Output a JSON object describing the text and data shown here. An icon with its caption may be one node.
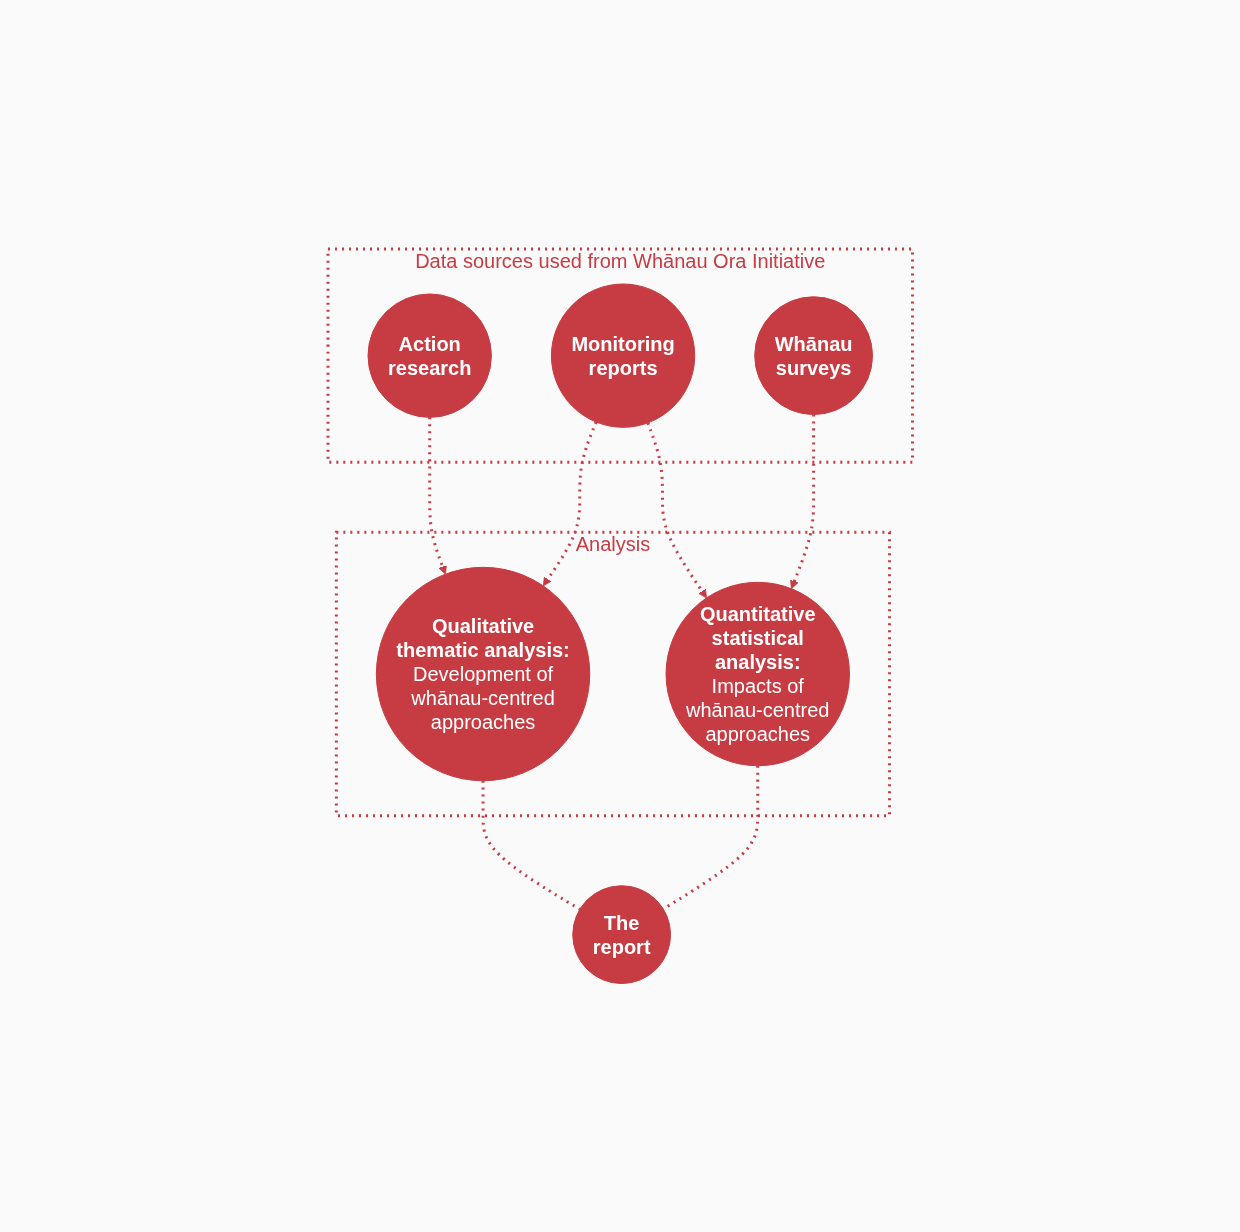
{
  "diagram": {
    "nodes": [
      {
        "text": [
          "Data sources used from Whānau Ora Initiative"
        ]
      },
      {
        "text": [
          "Action research"
        ],
        "in": 0
      },
      {
        "text": [
          "Monitoring reports"
        ],
        "in": 0
      },
      {
        "text": [
          "Whānau surveys"
        ],
        "in": 0
      },
      {
        "text": [
          "Analysis"
        ]
      },
      {
        "text": [
          "Qualitative thematic analysis:",
          "Development of whānau-centred approaches"
        ],
        "in": 4
      },
      {
        "text": [
          "Quantitative statistical analysis:",
          "Impacts of whānau-centred approaches"
        ],
        "in": 4
      },
      {
        "text": [
          "The report"
        ]
      }
    ],
    "edges": [
      {
        "from": 1,
        "to": 5,
        "arrow": "to",
        "style": "dashed"
      },
      {
        "from": 2,
        "to": 5,
        "arrow": "to",
        "style": "dashed"
      },
      {
        "from": 2,
        "to": 6,
        "arrow": "to",
        "style": "dashed"
      },
      {
        "from": 3,
        "to": 6,
        "arrow": "to",
        "style": "dashed"
      },
      {
        "from": 5,
        "to": 7,
        "arrow": "none",
        "style": "dashed"
      },
      {
        "from": 6,
        "to": 7,
        "arrow": "none",
        "style": "dashed"
      }
    ]
  }
}
